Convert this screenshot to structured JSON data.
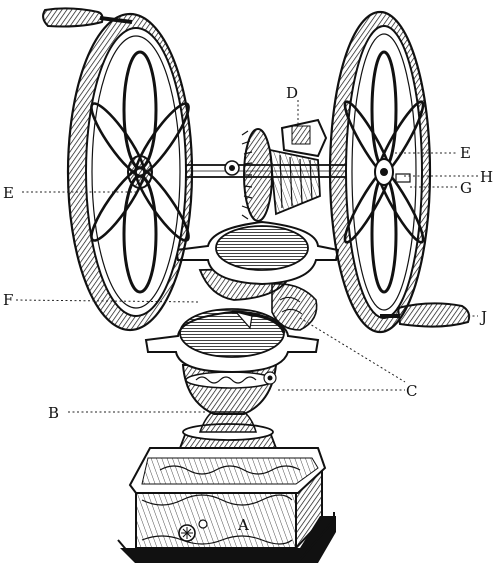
{
  "figure": {
    "description_labels": {
      "A": "A",
      "B": "B",
      "C": "C",
      "D": "D",
      "E_left": "E",
      "E_right": "E",
      "F": "F",
      "G": "G",
      "H": "H",
      "J": "J"
    }
  }
}
